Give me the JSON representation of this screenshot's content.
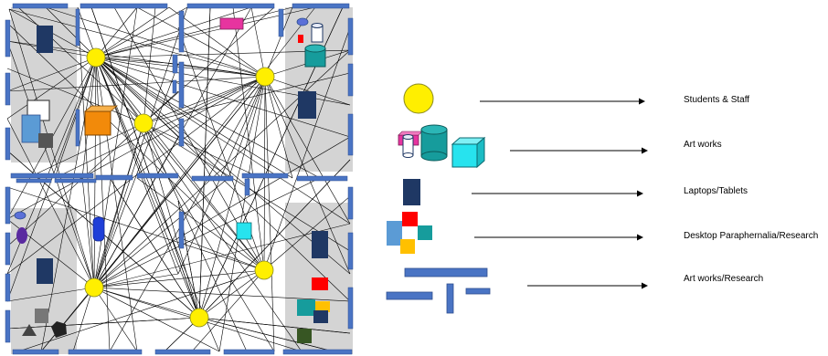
{
  "legend": {
    "items": [
      {
        "id": "people",
        "label": "Students & Staff"
      },
      {
        "id": "artworks",
        "label": "Art works"
      },
      {
        "id": "laptops",
        "label": "Laptops/Tablets"
      },
      {
        "id": "desktop",
        "label": "Desktop Paraphernalia/Research"
      },
      {
        "id": "walls",
        "label": "Art works/Research"
      }
    ]
  },
  "colors": {
    "wall": "#4a74c4",
    "room_shade": "#d4d4d4",
    "person": "#ffef00",
    "laptop": "#1f3864",
    "connection": "#000000",
    "artwork_cube": "#27e3ee",
    "artwork_cylinder": "#169c9c",
    "artwork_magenta": "#e7349f",
    "orange_cube": "#f28a0a"
  },
  "icons": [
    "person-node",
    "artwork-cylinder",
    "artwork-cube",
    "laptop-tablet",
    "desktop-blocks",
    "wall-segment",
    "arrow-right"
  ]
}
